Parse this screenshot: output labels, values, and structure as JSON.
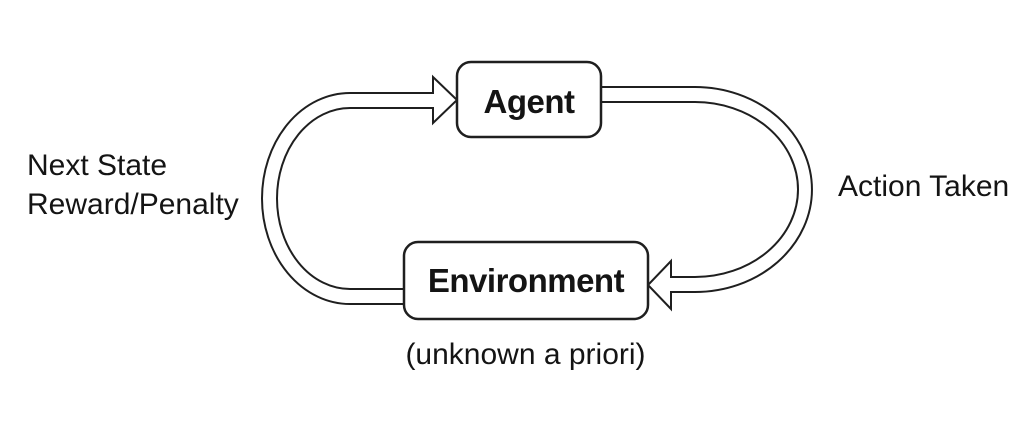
{
  "diagram": {
    "nodes": {
      "agent": {
        "label": "Agent"
      },
      "environment": {
        "label": "Environment",
        "note": "(unknown a priori)"
      }
    },
    "edges": {
      "feedback": {
        "from": "Environment",
        "to": "Agent",
        "label_line1": "Next State",
        "label_line2": "Reward/Penalty"
      },
      "action": {
        "from": "Agent",
        "to": "Environment",
        "label": "Action Taken"
      }
    },
    "colors": {
      "background": "#ffffff",
      "stroke": "#1f1f1f",
      "node_fill": "#ffffff",
      "text": "#141414"
    }
  }
}
